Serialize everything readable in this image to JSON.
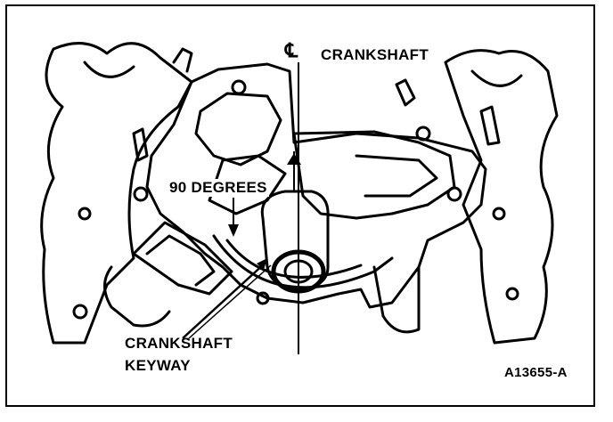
{
  "diagram": {
    "centerline_symbol": "℄",
    "labels": {
      "crankshaft": "CRANKSHAFT",
      "angle": "90 DEGREES",
      "keyway_line1": "CRANKSHAFT",
      "keyway_line2": "KEYWAY",
      "figure_code": "A13655-A"
    },
    "colors": {
      "ink": "#000000",
      "paper": "#ffffff"
    }
  }
}
